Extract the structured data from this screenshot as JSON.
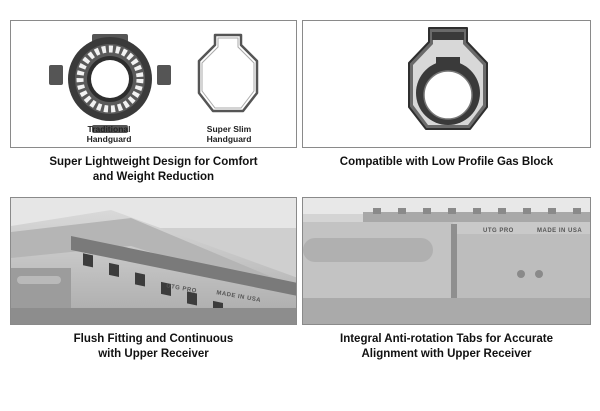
{
  "panels": [
    {
      "caption_line1": "Super Lightweight Design for Comfort",
      "caption_line2": "and Weight Reduction",
      "labels": [
        {
          "line1": "Traditional",
          "line2": "Handguard"
        },
        {
          "line1": "Super Slim",
          "line2": "Handguard"
        }
      ]
    },
    {
      "caption_line1": "Compatible with Low Profile Gas Block",
      "caption_line2": ""
    },
    {
      "caption_line1": "Flush Fitting and Continuous",
      "caption_line2": "with Upper Receiver",
      "engraving": [
        "UTG PRO",
        "MADE IN USA"
      ]
    },
    {
      "caption_line1": "Integral Anti-rotation Tabs for Accurate",
      "caption_line2": "Alignment with Upper Receiver",
      "engraving": [
        "UTG PRO",
        "MADE IN USA"
      ]
    }
  ],
  "colors": {
    "panel_border": "#8a8a8a",
    "metal_dark": "#3a3a3a",
    "metal_mid": "#8c8c8c",
    "metal_light": "#cfcfcf"
  }
}
